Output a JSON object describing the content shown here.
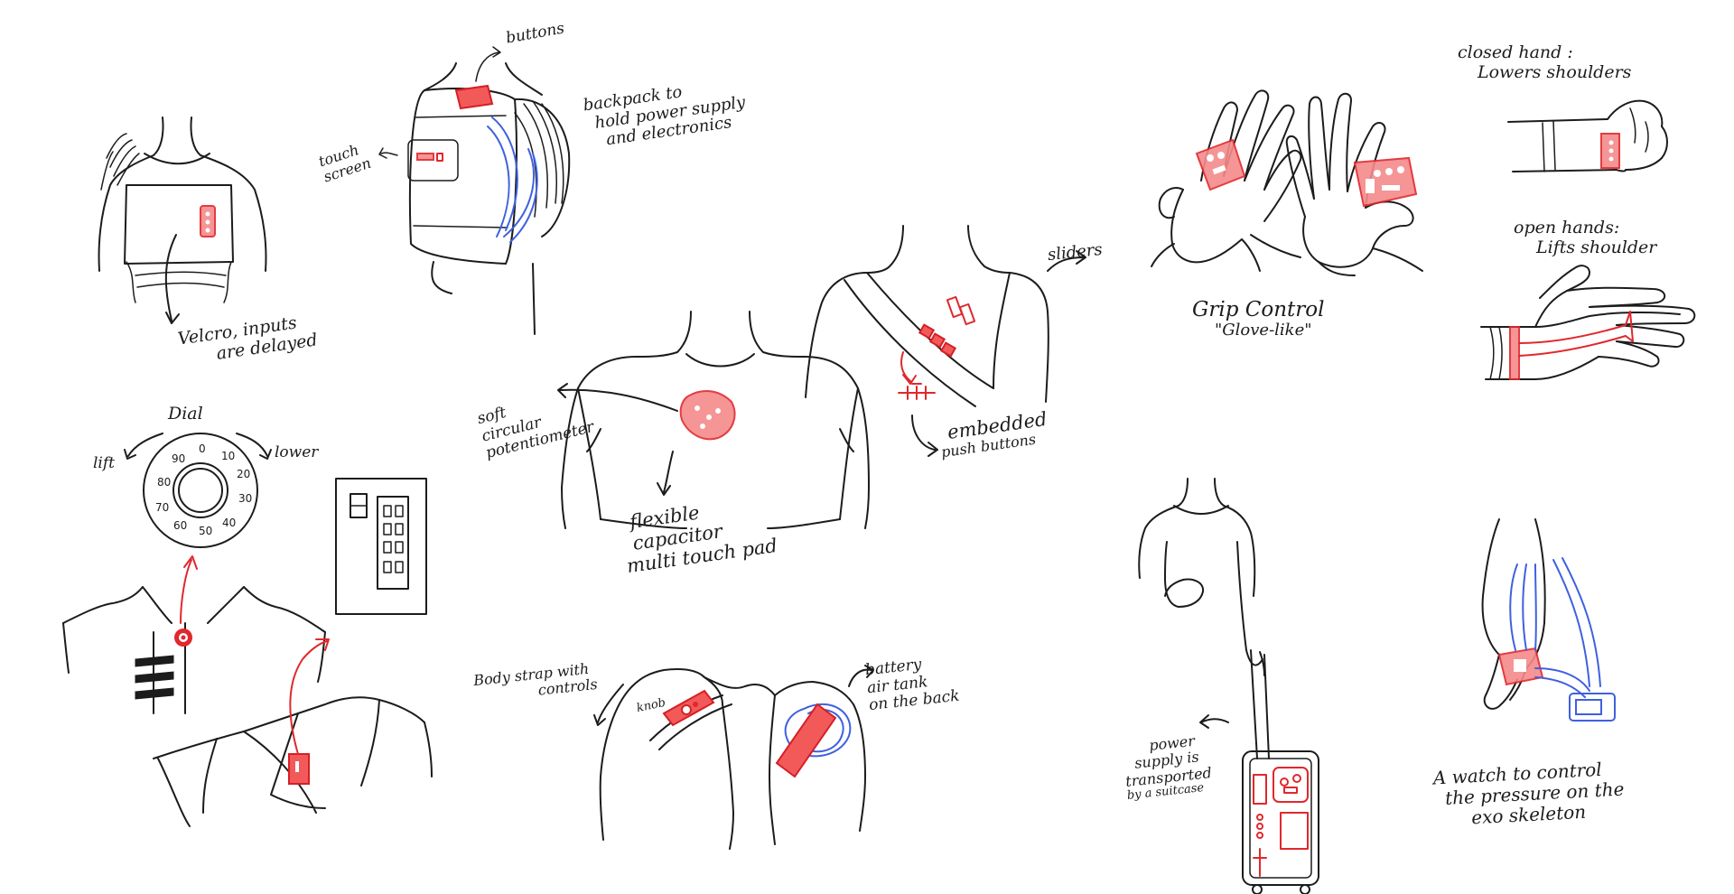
{
  "colors": {
    "ink": "#1c1c1c",
    "accent_red": "#e0282d",
    "accent_blue": "#3f60e0",
    "background": "#ffffff"
  },
  "labels": {
    "velcro": [
      "Velcro, inputs",
      "are delayed"
    ],
    "buttons": "buttons",
    "touch_screen": [
      "touch",
      "screen"
    ],
    "backpack": [
      "backpack to",
      "hold power supply",
      "and electronics"
    ],
    "dial_title": "Dial",
    "lift": "lift",
    "lower": "lower",
    "soft_pot": [
      "soft",
      "circular",
      "potentiometer"
    ],
    "capacitor": [
      "flexible",
      "capacitor",
      "multi touch pad"
    ],
    "sliders": "sliders",
    "embedded": [
      "embedded",
      "push buttons"
    ],
    "body_strap": [
      "Body strap with",
      "controls"
    ],
    "knob": "knob",
    "battery": [
      "battery",
      "air tank",
      "on the back"
    ],
    "grip": [
      "Grip Control",
      "\"Glove-like\""
    ],
    "closed_hand": [
      "closed hand :",
      "Lowers shoulders"
    ],
    "open_hands": [
      "open hands:",
      "Lifts shoulder"
    ],
    "power_supply": [
      "power",
      "supply is",
      "transported",
      "by a suitcase"
    ],
    "watch": [
      "A watch to control",
      "the pressure on the",
      "exo skeleton"
    ]
  },
  "dial_numbers": [
    "0",
    "10",
    "20",
    "30",
    "40",
    "50",
    "60",
    "70",
    "80",
    "90"
  ]
}
